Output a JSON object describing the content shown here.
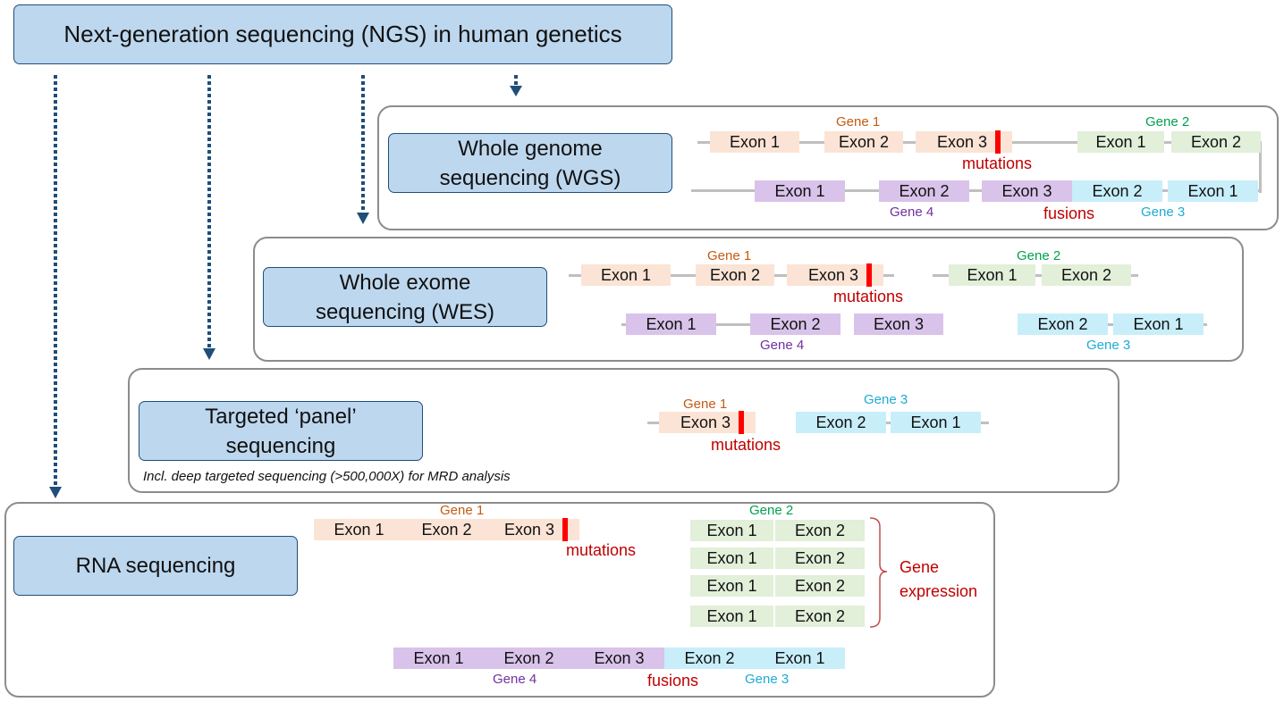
{
  "title": "Next-generation sequencing (NGS) in human genetics",
  "labels": {
    "exon1": "Exon 1",
    "exon2": "Exon 2",
    "exon3": "Exon 3",
    "gene1": "Gene 1",
    "gene2": "Gene 2",
    "gene3": "Gene 3",
    "gene4": "Gene 4",
    "mutations": "mutations",
    "fusions": "fusions",
    "gene_expression_line1": "Gene",
    "gene_expression_line2": "expression"
  },
  "sections": {
    "wgs": {
      "line1": "Whole genome",
      "line2": "sequencing (WGS)"
    },
    "wes": {
      "line1": "Whole exome",
      "line2": "sequencing (WES)"
    },
    "panel": {
      "line1": "Targeted ‘panel’",
      "line2": "sequencing",
      "note": "Incl. deep targeted sequencing (>500,000X) for MRD analysis"
    },
    "rna": {
      "line1": "RNA sequencing"
    }
  },
  "colors": {
    "gene1": "#fbe4d5",
    "gene2": "#e2efd9",
    "gene3": "#c8eefa",
    "gene4": "#d9c3ea",
    "mutation_mark": "#ff0000",
    "header_box": "#bdd7ee",
    "arrow": "#1f4e79"
  }
}
